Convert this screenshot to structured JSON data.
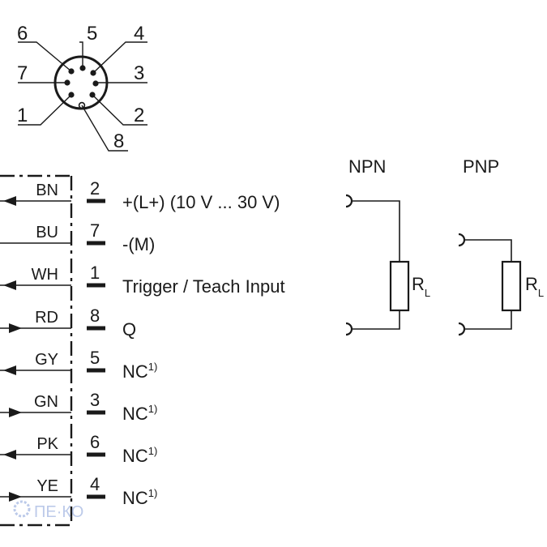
{
  "connector": {
    "pin_numbers": [
      "6",
      "5",
      "4",
      "7",
      "3",
      "1",
      "2",
      "8"
    ]
  },
  "wires": [
    {
      "color": "BN",
      "pin": "2",
      "function": "+(L+) (10 V ... 30 V)",
      "arrow": "in"
    },
    {
      "color": "BU",
      "pin": "7",
      "function": "-(M)",
      "arrow": "none"
    },
    {
      "color": "WH",
      "pin": "1",
      "function": "Trigger / Teach Input",
      "arrow": "in"
    },
    {
      "color": "RD",
      "pin": "8",
      "function": "Q",
      "arrow": "out"
    },
    {
      "color": "GY",
      "pin": "5",
      "function": "NC",
      "sup": "1)",
      "arrow": "in"
    },
    {
      "color": "GN",
      "pin": "3",
      "function": "NC",
      "sup": "1)",
      "arrow": "out"
    },
    {
      "color": "PK",
      "pin": "6",
      "function": "NC",
      "sup": "1)",
      "arrow": "in"
    },
    {
      "color": "YE",
      "pin": "4",
      "function": "NC",
      "sup": "1)",
      "arrow": "out"
    }
  ],
  "circuits": {
    "npn": {
      "label": "NPN",
      "resistor": "R",
      "resistor_sub": "L"
    },
    "pnp": {
      "label": "PNP",
      "resistor": "R",
      "resistor_sub": "L"
    }
  },
  "watermark": "ПЕ·КО"
}
